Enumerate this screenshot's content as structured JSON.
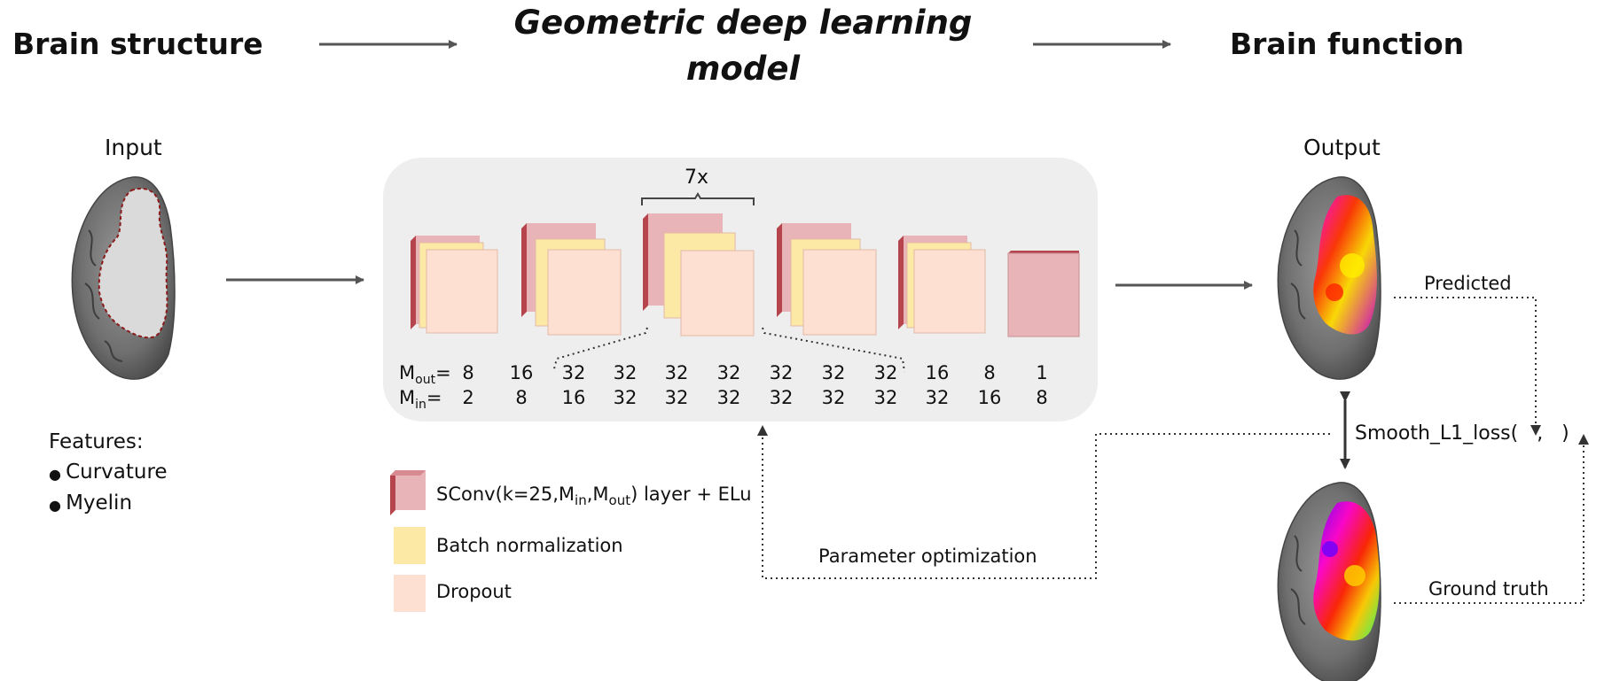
{
  "header": {
    "left": "Brain structure",
    "center": "Geometric deep learning model",
    "right": "Brain function"
  },
  "input": {
    "title": "Input",
    "features_label": "Features:",
    "features": [
      "Curvature",
      "Myelin"
    ]
  },
  "output": {
    "title": "Output",
    "predicted_label": "Predicted",
    "ground_truth_label": "Ground truth",
    "loss_label": "Smooth_L1_loss(   ,   )"
  },
  "model": {
    "repeat_label": "7x",
    "m_out_label": "M",
    "m_out_sub": "out",
    "m_in_label": "M",
    "m_in_sub": "in",
    "equals": "=",
    "m_out": [
      "8",
      "16",
      "32",
      "32",
      "32",
      "32",
      "32",
      "32",
      "32",
      "16",
      "8",
      "1"
    ],
    "m_in": [
      "2",
      "8",
      "16",
      "32",
      "32",
      "32",
      "32",
      "32",
      "32",
      "32",
      "16",
      "8"
    ],
    "optimization_label": "Parameter optimization"
  },
  "legend": {
    "sconv": {
      "prefix": "SConv(k=25,M",
      "sub1": "in",
      "mid": ",M",
      "sub2": "out",
      "suffix": ") layer + ELu"
    },
    "batch_norm": "Batch normalization",
    "dropout": "Dropout"
  },
  "colors": {
    "sconv_front": "#e8b4b8",
    "sconv_side": "#b5444c",
    "batchnorm": "#fde9a6",
    "dropout": "#fde0d2",
    "panel": "#eeeeee",
    "arrow": "#555555"
  }
}
